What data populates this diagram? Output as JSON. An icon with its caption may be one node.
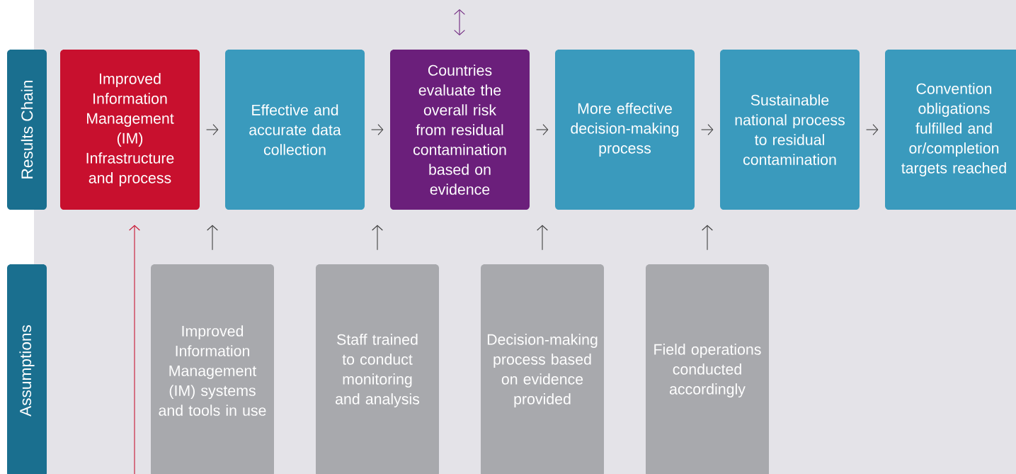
{
  "diagram": {
    "nodes": [
      {
        "text": [
          "Results Chain"
        ]
      },
      {
        "text": [
          "Assumptions"
        ]
      },
      {
        "text": [
          "Improved Information Management (IM) Infrastructure and process"
        ]
      },
      {
        "text": [
          "Effective and accurate data collection"
        ]
      },
      {
        "text": [
          "Countries evaluate the overall risk from residual contamination based on evidence"
        ]
      },
      {
        "text": [
          "More effective decision-making process"
        ]
      },
      {
        "text": [
          "Sustainable national process to residual contamination"
        ]
      },
      {
        "text": [
          "Convention obligations fulfilled and or/completion targets reached"
        ]
      },
      {
        "text": [
          "Improved Information Management (IM) systems and tools in use"
        ]
      },
      {
        "text": [
          "Staff trained to conduct monitoring and analysis"
        ]
      },
      {
        "text": [
          "Decision-making process based on evidence provided"
        ]
      },
      {
        "text": [
          "Field operations conducted accordingly"
        ]
      }
    ],
    "edges": [
      {
        "from": 2,
        "to": 3,
        "arrow": "to"
      },
      {
        "from": 3,
        "to": 4,
        "arrow": "to"
      },
      {
        "from": 4,
        "to": 5,
        "arrow": "to"
      },
      {
        "from": 5,
        "to": 6,
        "arrow": "to"
      },
      {
        "from": 6,
        "to": 7,
        "arrow": "to"
      },
      {
        "from": 8,
        "to": 3,
        "arrow": "to"
      },
      {
        "from": 9,
        "to": 4,
        "arrow": "to"
      },
      {
        "from": 10,
        "to": 5,
        "arrow": "to"
      },
      {
        "from": 11,
        "to": 6,
        "arrow": "to"
      },
      {
        "from": null,
        "to": 2,
        "arrow": "to",
        "color": "#c8102e"
      }
    ]
  }
}
